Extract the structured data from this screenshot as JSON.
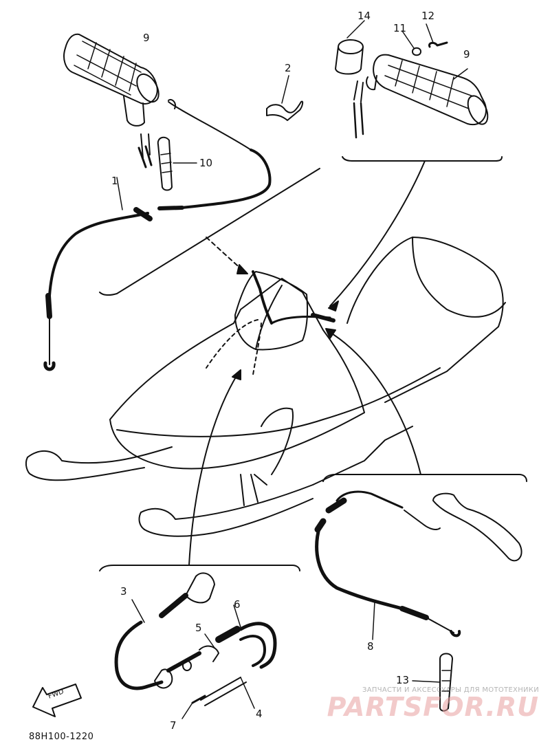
{
  "diagram_code": "88H100-1220",
  "watermark": {
    "tagline": "ЗАПЧАСТИ И АКСЕССУАРЫ ДЛЯ МОТОТЕХНИКИ",
    "brand": "PARTSFOR.RU"
  },
  "fwd_label": "FWD",
  "callouts": {
    "grip_left": "9",
    "grip_right": "9",
    "clip": "2",
    "throttle_cable": "1",
    "tie_wrap_top": "10",
    "cap": "14",
    "nut": "11",
    "bolt": "12",
    "choke_cable": "3",
    "choke_wire": "4",
    "plunger": "5",
    "hose": "6",
    "wire_end": "7",
    "brake_cable": "8",
    "tie_wrap_bottom": "13"
  },
  "colors": {
    "line": "#111111",
    "watermark": "#e8a0a0"
  }
}
